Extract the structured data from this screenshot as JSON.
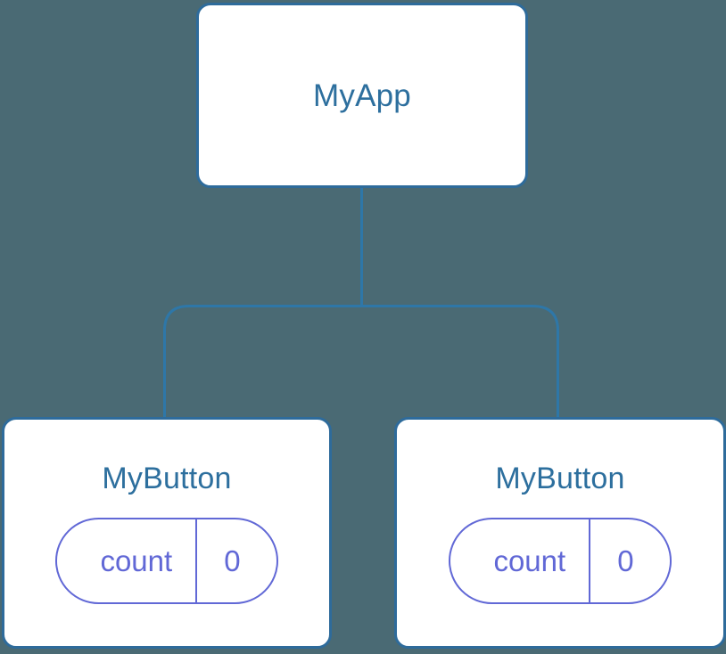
{
  "diagram": {
    "type": "component-tree",
    "background_color": "#4a6a74",
    "node_border_color": "#2e6b9b",
    "node_fill_color": "#ffffff",
    "title_color": "#2d6f9e",
    "pill_color": "#6168d6",
    "edge_color": "#2e77a8"
  },
  "root": {
    "title": "MyApp"
  },
  "children": [
    {
      "title": "MyButton",
      "state": {
        "key": "count",
        "value": "0"
      }
    },
    {
      "title": "MyButton",
      "state": {
        "key": "count",
        "value": "0"
      }
    }
  ]
}
